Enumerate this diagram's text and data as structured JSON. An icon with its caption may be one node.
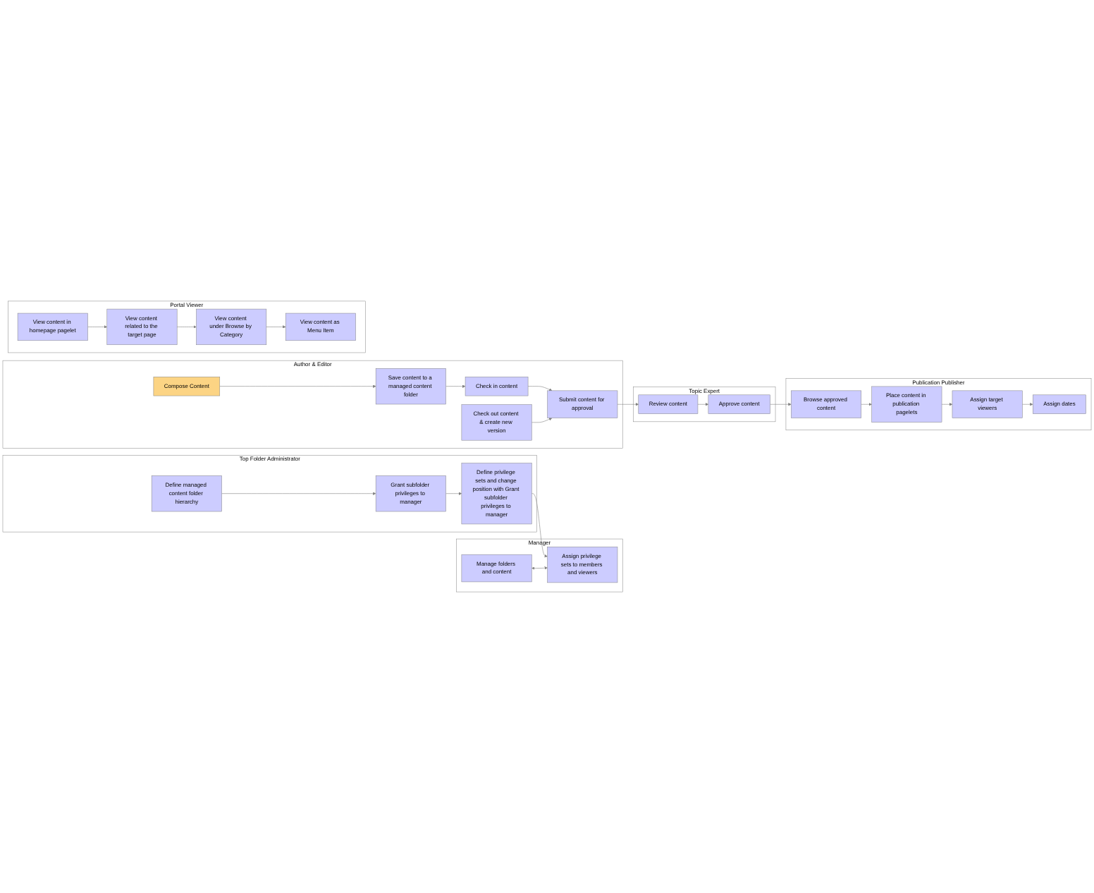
{
  "diagram": {
    "nodes": [
      {
        "text": [
          "Top Folder Administrator"
        ]
      },
      {
        "text": [
          "Define managed content folder hierarchy"
        ],
        "in": 0
      },
      {
        "text": [
          "Grant subfolder privileges to manager"
        ],
        "in": 0
      },
      {
        "text": [
          "Define privilege sets and change position with Grant subfolder privileges to manager"
        ],
        "in": 0
      },
      {
        "text": [
          "Manager"
        ]
      },
      {
        "text": [
          "Manage folders and content"
        ],
        "in": 4
      },
      {
        "text": [
          "Assign privilege sets to members and viewers"
        ],
        "in": 4
      },
      {
        "text": [
          "Author & Editor"
        ]
      },
      {
        "text": [
          "Compose Content"
        ],
        "in": 7
      },
      {
        "text": [
          "Save content to a managed content folder"
        ],
        "in": 7
      },
      {
        "text": [
          "Check in content"
        ],
        "in": 7
      },
      {
        "text": [
          "Submit content for approval"
        ],
        "in": 7
      },
      {
        "text": [
          "Check out content & create new version"
        ],
        "in": 7
      },
      {
        "text": [
          "Topic Expert"
        ]
      },
      {
        "text": [
          "Approve content"
        ],
        "in": 13
      },
      {
        "text": [
          "Review content"
        ],
        "in": 13
      },
      {
        "text": [
          "Publication Publisher"
        ]
      },
      {
        "text": [
          "Browse approved content"
        ],
        "in": 16
      },
      {
        "text": [
          "Place content in publication pagelets"
        ],
        "in": 16
      },
      {
        "text": [
          "Assign target viewers"
        ],
        "in": 16
      },
      {
        "text": [
          "Assign dates"
        ],
        "in": 16
      },
      {
        "text": [
          "Portal Viewer"
        ]
      },
      {
        "text": [
          "View content in homepage pagelet"
        ],
        "in": 21
      },
      {
        "text": [
          "View content related to the target page"
        ],
        "in": 21
      },
      {
        "text": [
          "View content under Browse by Category"
        ],
        "in": 21
      },
      {
        "text": [
          "View content as Menu Item"
        ],
        "in": 21
      }
    ],
    "edges": [
      {
        "from": 1,
        "to": 2,
        "arrow": "to"
      },
      {
        "from": 2,
        "to": 3,
        "arrow": "to"
      },
      {
        "from": 3,
        "to": 6,
        "arrow": "to"
      },
      {
        "from": 5,
        "to": 6,
        "arrow": "both"
      },
      {
        "from": 8,
        "to": 9,
        "arrow": "to"
      },
      {
        "from": 9,
        "to": 10,
        "arrow": "to"
      },
      {
        "from": 10,
        "to": 11,
        "arrow": "to"
      },
      {
        "from": 12,
        "to": 11,
        "arrow": "to"
      },
      {
        "from": 11,
        "to": 15,
        "arrow": "to"
      },
      {
        "from": 15,
        "to": 14,
        "arrow": "to"
      },
      {
        "from": 14,
        "to": 17,
        "arrow": "to"
      },
      {
        "from": 17,
        "to": 18,
        "arrow": "to"
      },
      {
        "from": 18,
        "to": 19,
        "arrow": "to"
      },
      {
        "from": 19,
        "to": 20,
        "arrow": "to"
      },
      {
        "from": 22,
        "to": 23,
        "arrow": "to"
      },
      {
        "from": 23,
        "to": 24,
        "arrow": "to"
      },
      {
        "from": 24,
        "to": 25,
        "arrow": "to"
      }
    ]
  }
}
